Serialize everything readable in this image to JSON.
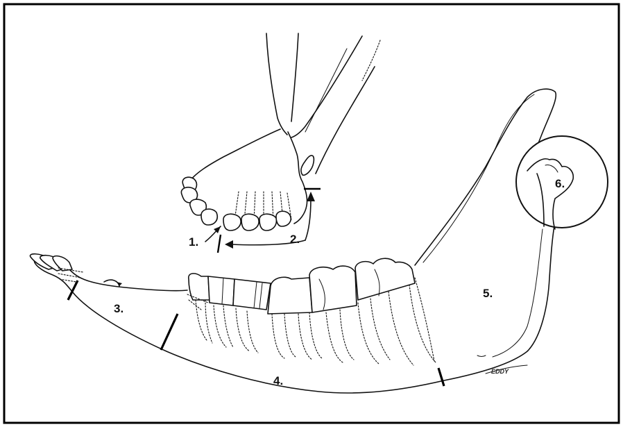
{
  "figure": {
    "region_labels": [
      {
        "id": "cut-1",
        "text": "1."
      },
      {
        "id": "cut-2",
        "text": "2."
      },
      {
        "id": "region-3",
        "text": "3."
      },
      {
        "id": "region-4",
        "text": "4."
      },
      {
        "id": "region-5",
        "text": "5."
      },
      {
        "id": "inset-6",
        "text": "6."
      }
    ],
    "signature": "EDDY",
    "subjects": [
      "upper-jaw-premaxilla",
      "lower-jaw-mandible",
      "condyle-inset"
    ]
  }
}
